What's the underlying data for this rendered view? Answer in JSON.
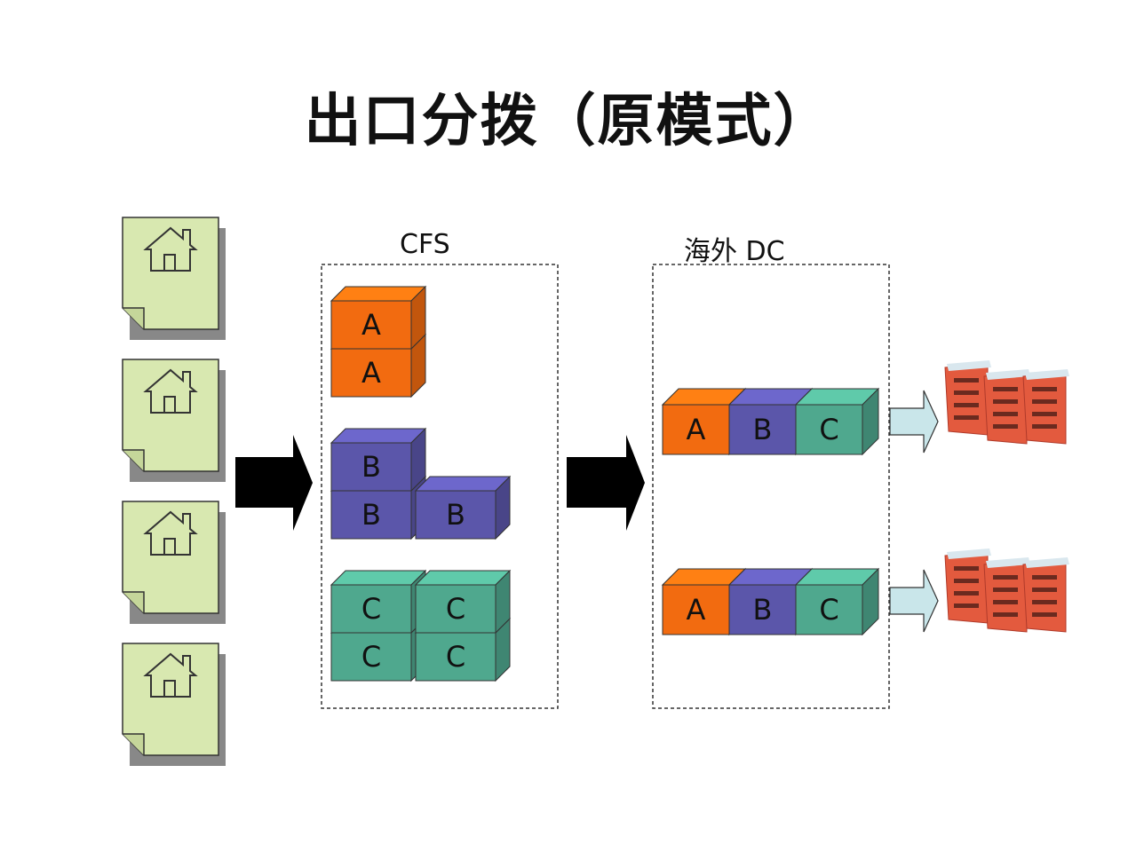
{
  "title": "出口分拨（原模式）",
  "cfs_label": "CFS",
  "dc_label": "海外 DC",
  "colors": {
    "orange": "#f26b10",
    "purple": "#5b56aa",
    "teal": "#4fa88e",
    "doc": "#d8e8b0"
  },
  "cfs_blocks": {
    "a": [
      "A",
      "A"
    ],
    "b": [
      "B",
      "B",
      "B"
    ],
    "c": [
      "C",
      "C",
      "C",
      "C"
    ]
  },
  "dc_rows": [
    [
      "A",
      "B",
      "C"
    ],
    [
      "A",
      "B",
      "C"
    ]
  ]
}
